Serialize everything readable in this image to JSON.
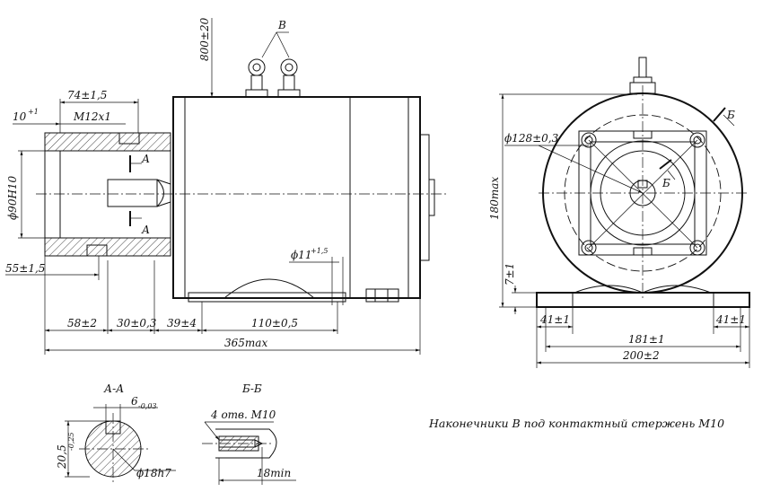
{
  "drawing": {
    "labels": {
      "terminal_letter": "В",
      "section_a_letter_upper": "А",
      "section_a_letter_lower": "А",
      "section_b_letter_1": "Б",
      "section_b_letter_2": "Б"
    },
    "side_view": {
      "dim_800": "800±20",
      "dim_74": "74±1,5",
      "dim_10": "10",
      "dim_10_tol": "+1",
      "dim_m12": "M12x1",
      "dim_90": "ϕ90H10",
      "dim_55": "55±1,5",
      "dim_11": "ϕ11",
      "dim_11_tol": "+1,5",
      "dim_58": "58±2",
      "dim_30": "30±0,3",
      "dim_39": "39±4",
      "dim_110": "110±0,5",
      "dim_365": "365max"
    },
    "front_view": {
      "dim_128": "ϕ128±0,3",
      "dim_180": "180max",
      "dim_7": "7±1",
      "dim_41_left": "41±1",
      "dim_41_right": "41±1",
      "dim_181": "181±1",
      "dim_200": "200±2"
    },
    "section_aa": {
      "title": "А-А",
      "dim_6": "6",
      "dim_6_tol": "-0,03",
      "dim_20_5": "20,5",
      "dim_20_5_tol": "-0,25",
      "dim_18": "ϕ18h7"
    },
    "section_bb": {
      "title": "Б-Б",
      "holes": "4 отв. M10",
      "dim_18min": "18min"
    },
    "note": "Наконечники В под контактный стержень M10"
  }
}
